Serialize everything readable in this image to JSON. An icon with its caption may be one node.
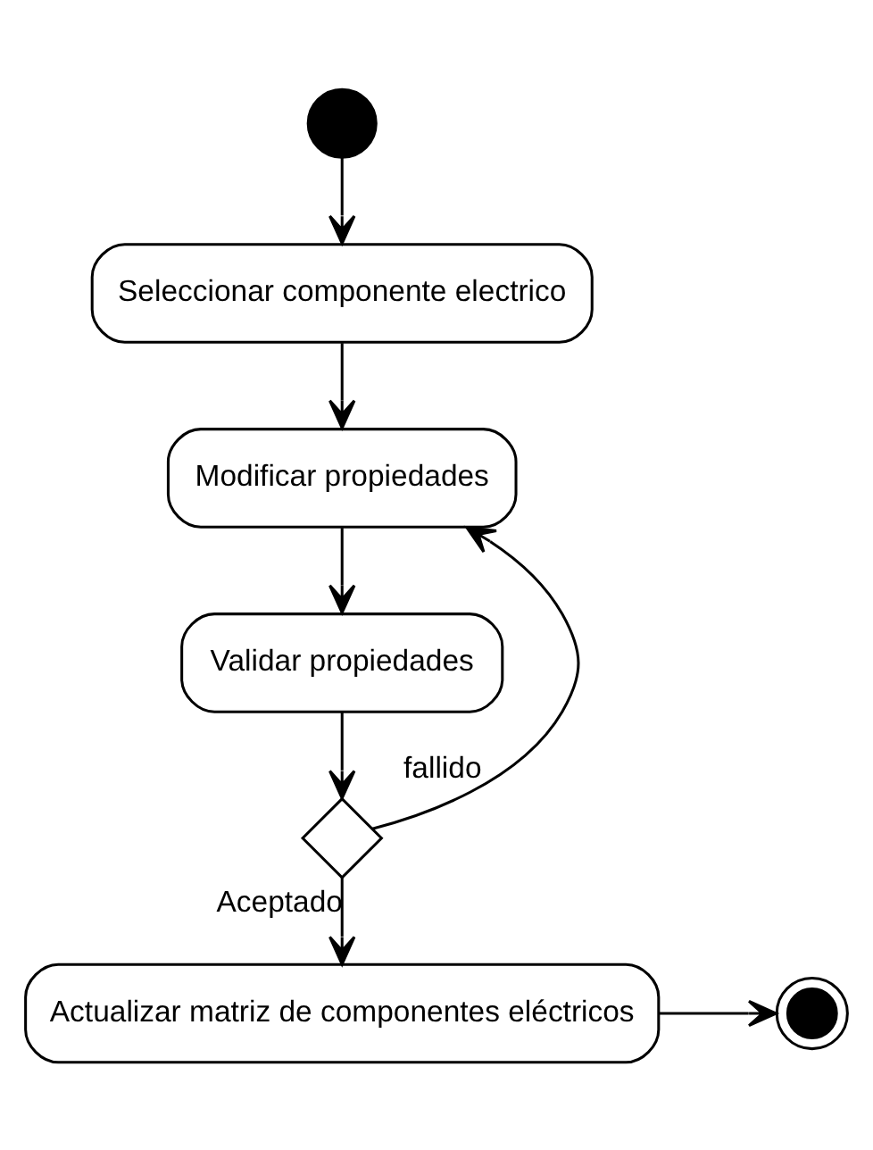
{
  "diagram": {
    "nodes": [
      {
        "text": [],
        "shape": "circle"
      },
      {
        "text": [
          "Seleccionar componente electrico"
        ]
      },
      {
        "text": [
          "Modificar propiedades"
        ]
      },
      {
        "text": [
          "Validar propiedades"
        ]
      },
      {
        "text": [],
        "shape": "diamond"
      },
      {
        "text": [
          "Actualizar matriz de componentes eléctricos"
        ]
      },
      {
        "text": [],
        "shape": "circle"
      }
    ],
    "edges": [
      {
        "from": 0,
        "to": 1,
        "arrow": "to"
      },
      {
        "from": 1,
        "to": 2,
        "arrow": "to"
      },
      {
        "from": 2,
        "to": 3,
        "arrow": "to"
      },
      {
        "from": 3,
        "to": 4,
        "arrow": "to"
      },
      {
        "from": 4,
        "to": 2,
        "arrow": "to",
        "label": "fallido"
      },
      {
        "from": 4,
        "to": 5,
        "arrow": "to",
        "label": "Aceptado"
      },
      {
        "from": 5,
        "to": 6,
        "arrow": "to"
      }
    ]
  }
}
